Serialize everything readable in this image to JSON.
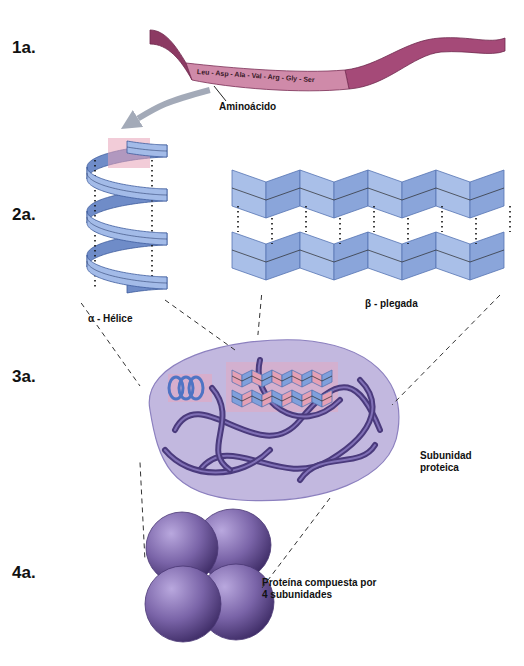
{
  "diagram": {
    "nodes": [
      {
        "text": [
          "Leu - Asp - Ala - Val - Arg - Gly - Ser"
        ]
      },
      {
        "text": [
          "α - Hélice"
        ]
      },
      {
        "text": [
          "β - plegada"
        ]
      },
      {
        "text": [
          "Subunidad proteica"
        ]
      },
      {
        "text": [
          "Proteína compuesta por 4 subunidades"
        ]
      }
    ],
    "edges": [
      {
        "from": 0,
        "to": 1,
        "arrow": "to"
      },
      {
        "from": 1,
        "to": 3,
        "arrow": "none"
      },
      {
        "from": 2,
        "to": 3,
        "arrow": "none"
      },
      {
        "from": 3,
        "to": 4,
        "arrow": "none"
      }
    ],
    "labels": [
      "1a.",
      "Aminoácido",
      "2a.",
      "3a.",
      "4a."
    ]
  }
}
